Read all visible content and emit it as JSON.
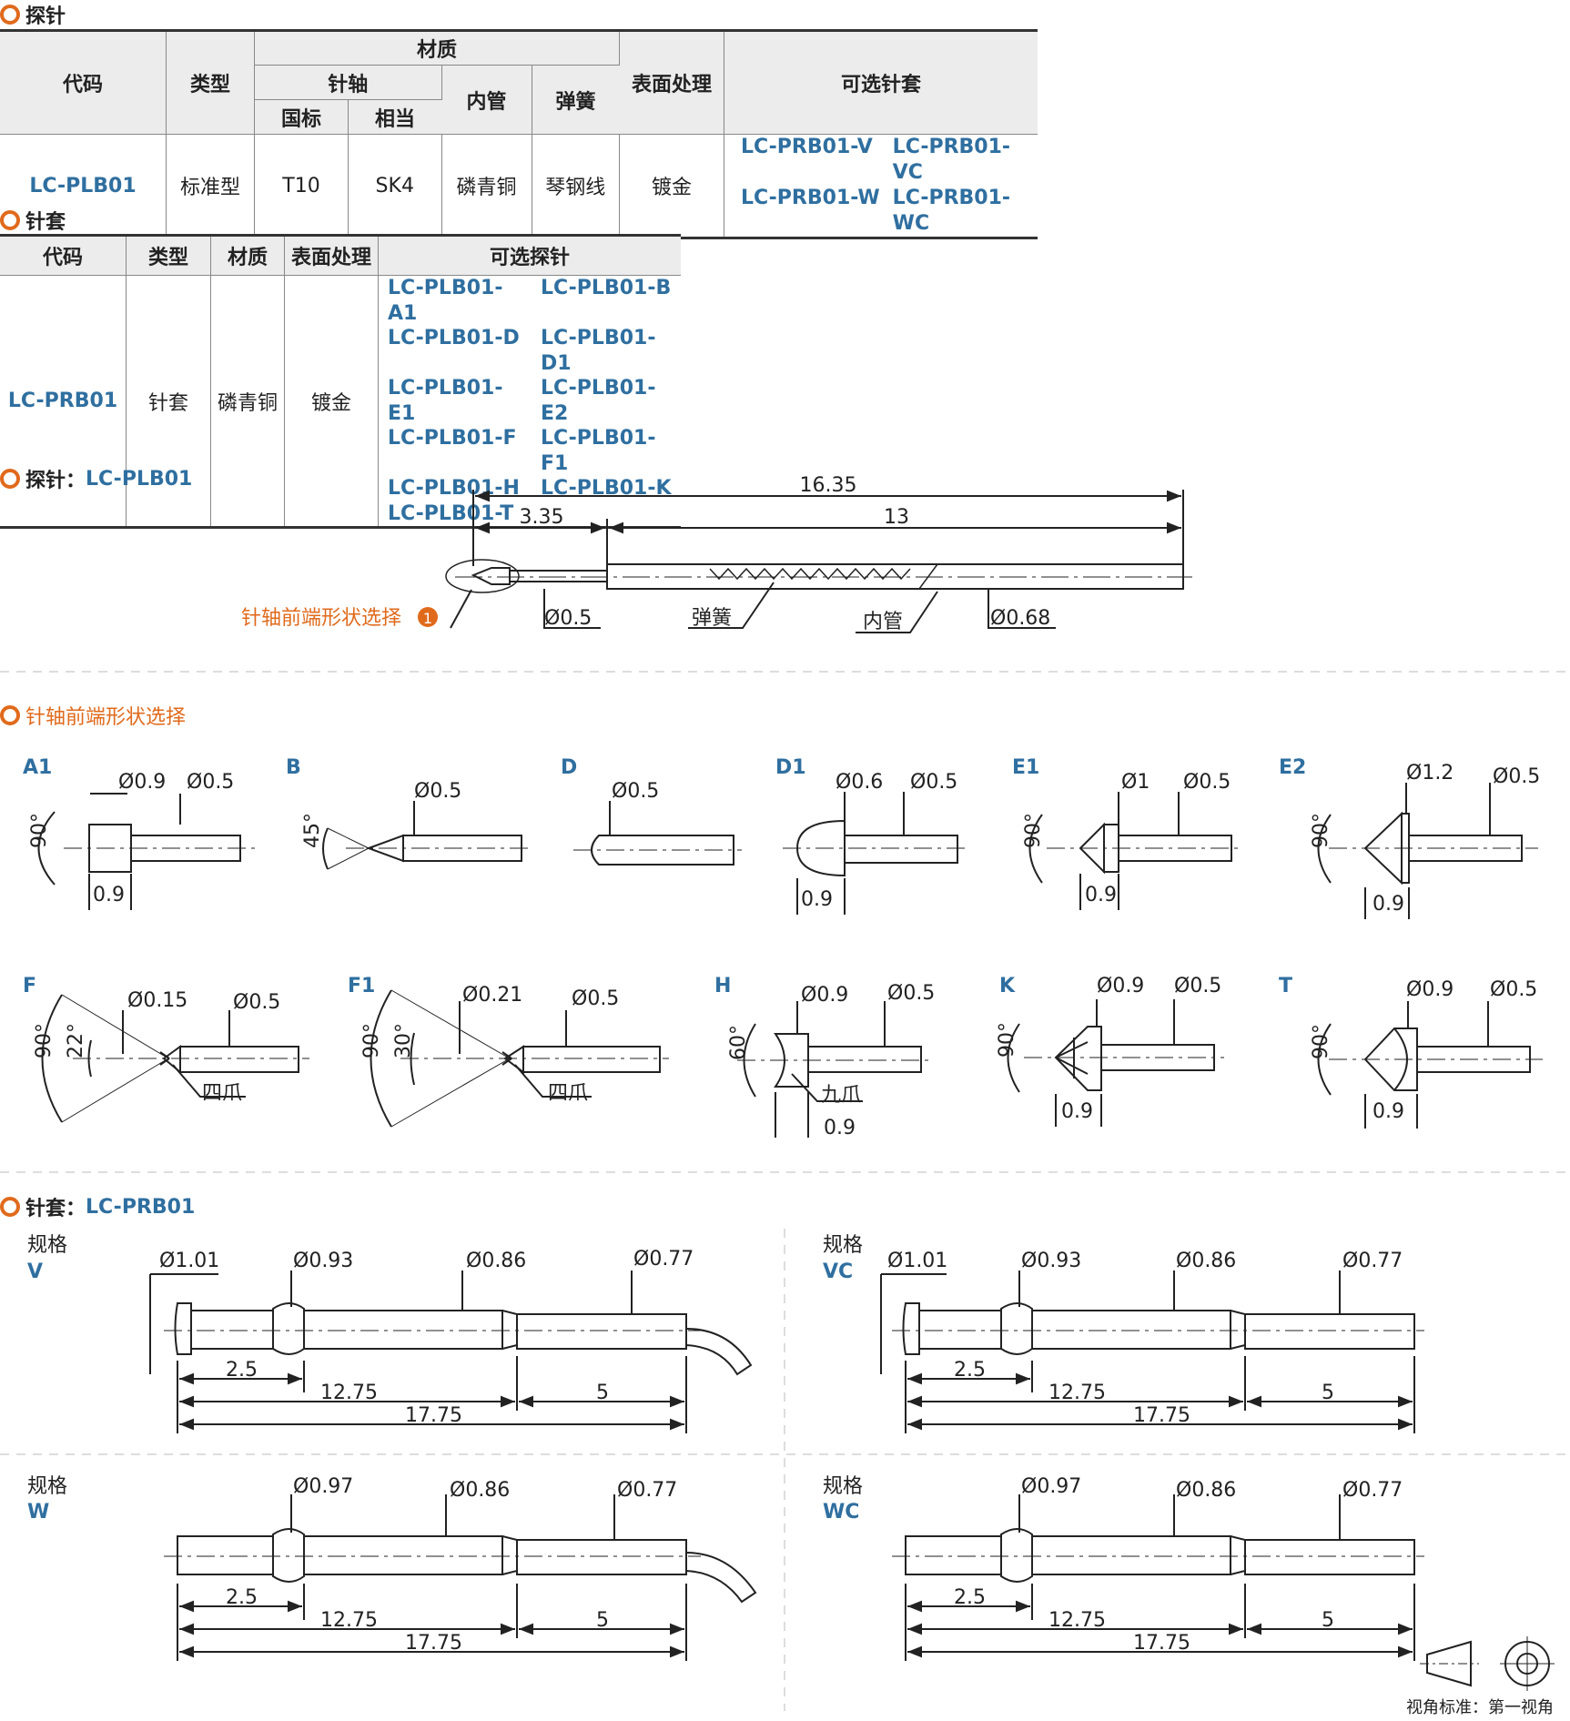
{
  "probe_table": {
    "section_title": "探针",
    "headers": {
      "code": "代码",
      "type": "类型",
      "material": "材质",
      "shaft": "针轴",
      "gb": "国标",
      "equiv": "相当",
      "inner_tube": "内管",
      "spring": "弹簧",
      "surface": "表面处理",
      "options": "可选针套"
    },
    "row": {
      "code": "LC-PLB01",
      "type": "标准型",
      "gb": "T10",
      "equiv": "SK4",
      "inner_tube": "磷青铜",
      "spring": "琴钢线",
      "surface": "镀金",
      "options": [
        "LC-PRB01-V",
        "LC-PRB01-VC",
        "LC-PRB01-W",
        "LC-PRB01-WC"
      ]
    }
  },
  "sleeve_table": {
    "section_title": "针套",
    "headers": {
      "code": "代码",
      "type": "类型",
      "material": "材质",
      "surface": "表面处理",
      "options": "可选探针"
    },
    "row": {
      "code": "LC-PRB01",
      "type": "针套",
      "material": "磷青铜",
      "surface": "镀金",
      "options": [
        "LC-PLB01-A1",
        "LC-PLB01-B",
        "LC-PLB01-D",
        "LC-PLB01-D1",
        "LC-PLB01-E1",
        "LC-PLB01-E2",
        "LC-PLB01-F",
        "LC-PLB01-F1",
        "LC-PLB01-H",
        "LC-PLB01-K",
        "LC-PLB01-T"
      ]
    }
  },
  "probe_drawing": {
    "section_prefix": "探针：",
    "section_code": "LC-PLB01",
    "dims": {
      "total": "16.35",
      "tip": "3.35",
      "body": "13",
      "d_shaft": "Ø0.5",
      "d_tube": "Ø0.68"
    },
    "labels": {
      "tip_callout": "针轴前端形状选择",
      "callout_num": "1",
      "spring": "弹簧",
      "tube": "内管"
    }
  },
  "tip_section_title": "针轴前端形状选择",
  "tips": {
    "A1": {
      "name": "A1",
      "d1": "Ø0.9",
      "d2": "Ø0.5",
      "angle": "90°",
      "len": "0.9"
    },
    "B": {
      "name": "B",
      "d": "Ø0.5",
      "angle": "45°"
    },
    "D": {
      "name": "D",
      "d": "Ø0.5"
    },
    "D1": {
      "name": "D1",
      "d1": "Ø0.6",
      "d2": "Ø0.5",
      "len": "0.9"
    },
    "E1": {
      "name": "E1",
      "d1": "Ø1",
      "d2": "Ø0.5",
      "angle": "90°",
      "len": "0.9"
    },
    "E2": {
      "name": "E2",
      "d1": "Ø1.2",
      "d2": "Ø0.5",
      "angle": "90°",
      "len": "0.9"
    },
    "F": {
      "name": "F",
      "d1": "Ø0.15",
      "d2": "Ø0.5",
      "angle1": "90°",
      "angle2": "22°",
      "note": "四爪"
    },
    "F1": {
      "name": "F1",
      "d1": "Ø0.21",
      "d2": "Ø0.5",
      "angle1": "90°",
      "angle2": "30°",
      "note": "四爪"
    },
    "H": {
      "name": "H",
      "d1": "Ø0.9",
      "d2": "Ø0.5",
      "angle": "60°",
      "note": "九爪",
      "len": "0.9"
    },
    "K": {
      "name": "K",
      "d1": "Ø0.9",
      "d2": "Ø0.5",
      "angle": "90°",
      "len": "0.9"
    },
    "T": {
      "name": "T",
      "d1": "Ø0.9",
      "d2": "Ø0.5",
      "angle": "90°",
      "len": "0.9"
    }
  },
  "sleeve_drawing": {
    "section_prefix": "针套：",
    "section_code": "LC-PRB01",
    "spec_label": "规格",
    "V": {
      "name": "V",
      "d": [
        "Ø1.01",
        "Ø0.93",
        "Ø0.86",
        "Ø0.77"
      ],
      "l": [
        "2.5",
        "12.75",
        "5",
        "17.75"
      ]
    },
    "VC": {
      "name": "VC",
      "d": [
        "Ø1.01",
        "Ø0.93",
        "Ø0.86",
        "Ø0.77"
      ],
      "l": [
        "2.5",
        "12.75",
        "5",
        "17.75"
      ]
    },
    "W": {
      "name": "W",
      "d": [
        "Ø0.97",
        "Ø0.86",
        "Ø0.77"
      ],
      "l": [
        "2.5",
        "12.75",
        "5",
        "17.75"
      ]
    },
    "WC": {
      "name": "WC",
      "d": [
        "Ø0.97",
        "Ø0.86",
        "Ø0.77"
      ],
      "l": [
        "2.5",
        "12.75",
        "5",
        "17.75"
      ]
    }
  },
  "footer": {
    "projection": "视角标准：第一视角"
  },
  "colors": {
    "accent": "#e06a1c",
    "code_blue": "#2f6fa0",
    "header_bg": "#ececec"
  }
}
